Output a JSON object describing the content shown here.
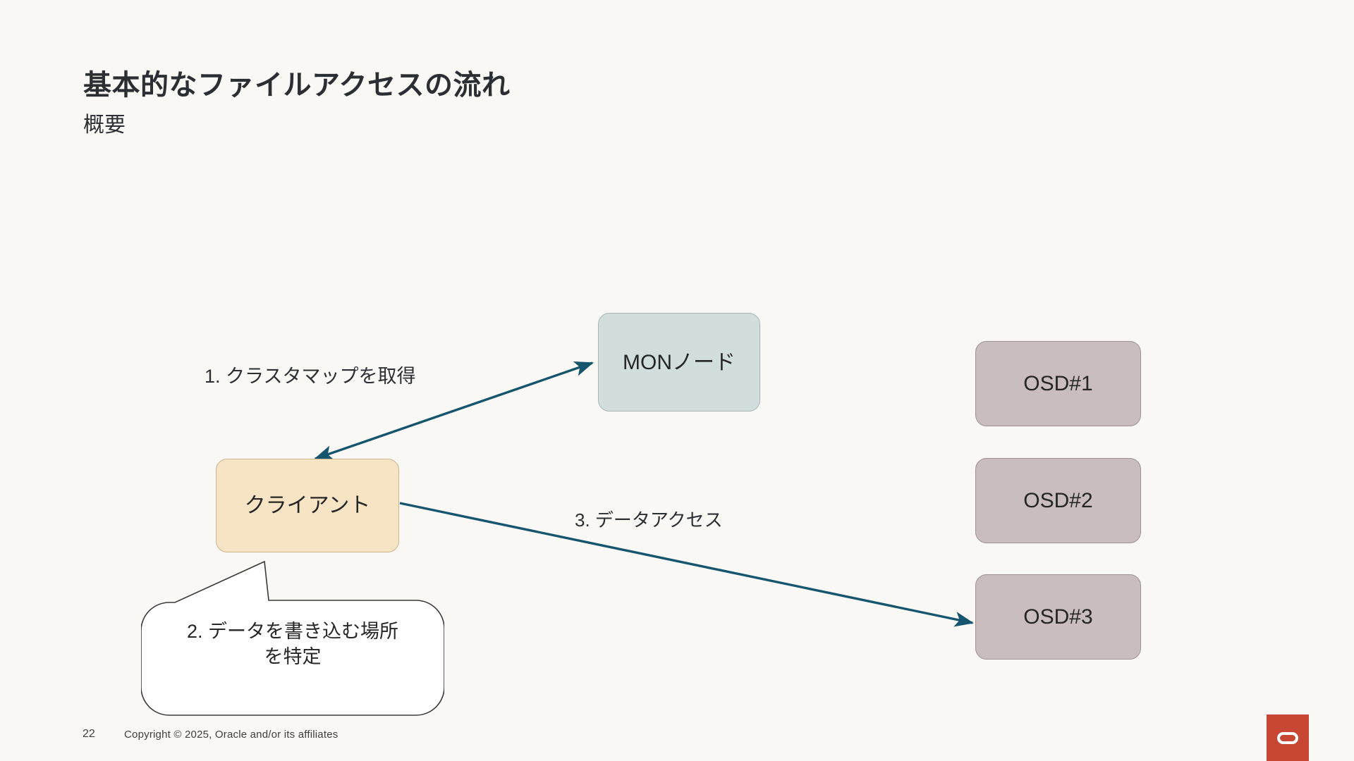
{
  "slide": {
    "title": "基本的なファイルアクセスの流れ",
    "subtitle": "概要",
    "background_color": "#faf8f5"
  },
  "diagram": {
    "nodes": [
      {
        "id": "mon",
        "label": "MONノード",
        "fill": "#d2dedd",
        "stroke": "#a7b6b5"
      },
      {
        "id": "client",
        "label": "クライアント",
        "fill": "#f6e4c4",
        "stroke": "#cdb68d"
      },
      {
        "id": "osd1",
        "label": "OSD#1",
        "fill": "#c9bdbf",
        "stroke": "#9d9193"
      },
      {
        "id": "osd2",
        "label": "OSD#2",
        "fill": "#c9bdbf",
        "stroke": "#9d9193"
      },
      {
        "id": "osd3",
        "label": "OSD#3",
        "fill": "#c9bdbf",
        "stroke": "#9d9193"
      }
    ],
    "connectors": [
      {
        "id": "client-mon",
        "label": "1. クラスタマップを取得",
        "from": "client",
        "to": "mon",
        "arrowheads": "both",
        "color": "#15556e"
      },
      {
        "id": "client-osd3",
        "label": "3. データアクセス",
        "from": "client",
        "to": "osd3",
        "arrowheads": "end",
        "color": "#15556e"
      }
    ],
    "callout": {
      "id": "client-callout",
      "line1": "2. データを書き込む場所",
      "line2": "を特定",
      "fill": "#ffffff",
      "stroke": "#3a3a3a"
    }
  },
  "footer": {
    "page_number": "22",
    "copyright": "Copyright © 2025, Oracle and/or its affiliates",
    "logo_color": "#c74634",
    "logo_name": "oracle-logo"
  }
}
